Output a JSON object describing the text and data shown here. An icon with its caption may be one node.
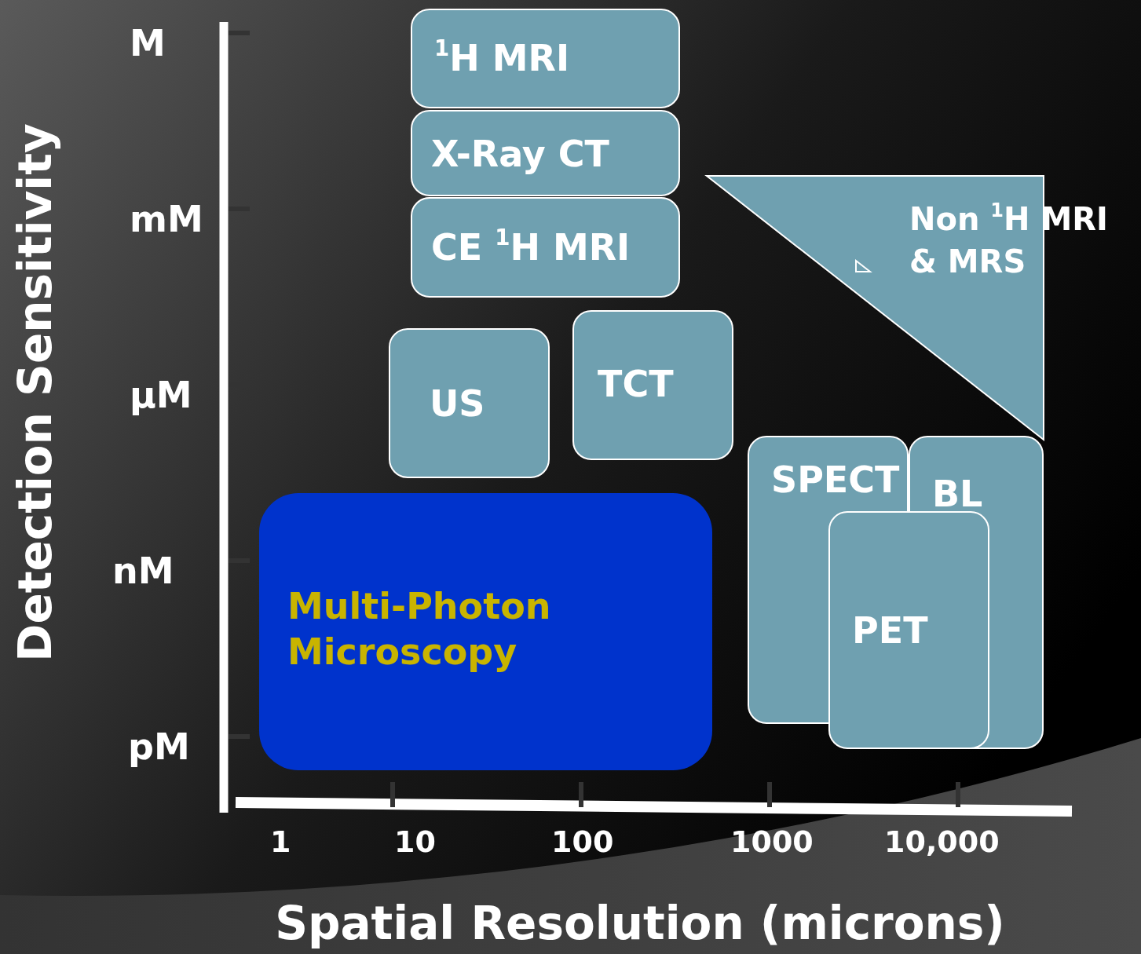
{
  "diagram": {
    "nodes": [
      {
        "text": [
          "$^{1}$H MRI"
        ]
      },
      {
        "text": [
          "X-Ray CT"
        ]
      },
      {
        "text": [
          "CE $^{1}$H MRI"
        ]
      },
      {
        "text": [
          "Non $^{1}$H MRI & MRS"
        ]
      },
      {
        "text": [
          "US"
        ]
      },
      {
        "text": [
          "TCT"
        ]
      },
      {
        "text": [
          "Multi-Photon Microscopy"
        ]
      },
      {
        "text": [
          "SPECT"
        ]
      },
      {
        "text": [
          "BL"
        ]
      },
      {
        "text": [
          "PET"
        ]
      }
    ],
    "edges": [],
    "labels": [
      "M",
      "mM",
      "μM",
      "nM",
      "pM",
      "Detection Sensitivity",
      "1",
      "10",
      "100",
      "1000",
      "10,000",
      "Spatial Resolution (microns)"
    ]
  }
}
